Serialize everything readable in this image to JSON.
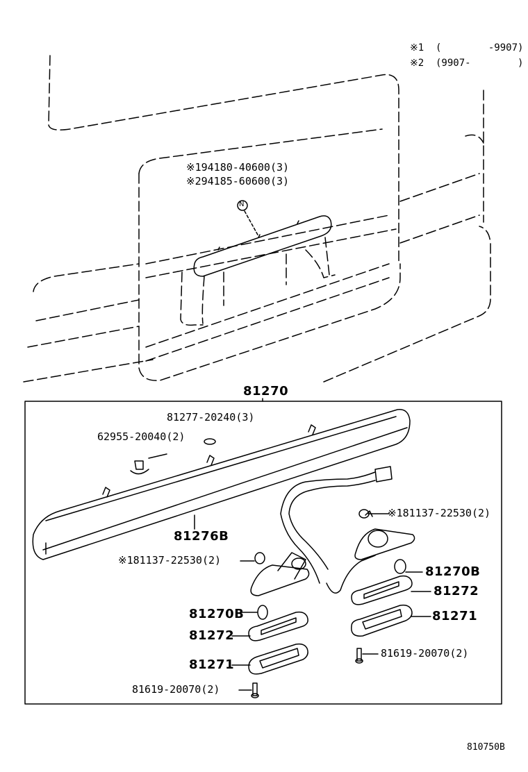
{
  "legend": [
    {
      "mark": "※1",
      "range": "(        -9907)"
    },
    {
      "mark": "※2",
      "range": "(9907-        )"
    }
  ],
  "vehicle_labels": {
    "part_1": "※194180-40600(3)",
    "part_2": "※294185-60600(3)",
    "marker": "N"
  },
  "assembly": "81270",
  "parts": {
    "p81277": "81277-20240(3)",
    "p62955": "62955-20040(2)",
    "p81276B": "81276B",
    "p81137_right": "※181137-22530(2)",
    "p81137_left": "※181137-22530(2)",
    "p81270B_right": "81270B",
    "p81272_right": "81272",
    "p81271_right": "81271",
    "p81619_right": "81619-20070(2)",
    "p81270B_left": "81270B",
    "p81272_left": "81272",
    "p81271_left": "81271",
    "p81619_left": "81619-20070(2)"
  },
  "diagram_ref": "810750B"
}
